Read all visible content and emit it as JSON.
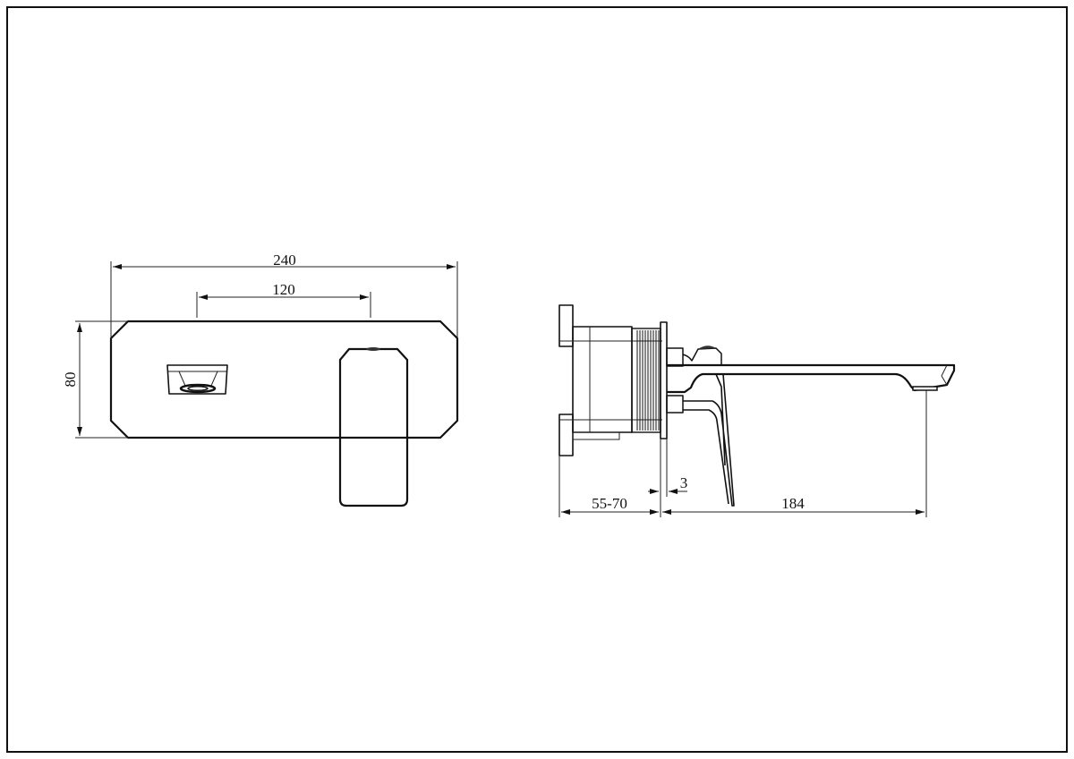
{
  "drawing": {
    "front_view": {
      "dimensions": {
        "overall_width": "240",
        "spout_handle_spacing": "120",
        "height": "80"
      }
    },
    "side_view": {
      "dimensions": {
        "wall_depth": "55-70",
        "plate_thickness": "3",
        "spout_projection": "184"
      }
    },
    "line_color": "#111111",
    "background_color": "#ffffff"
  }
}
